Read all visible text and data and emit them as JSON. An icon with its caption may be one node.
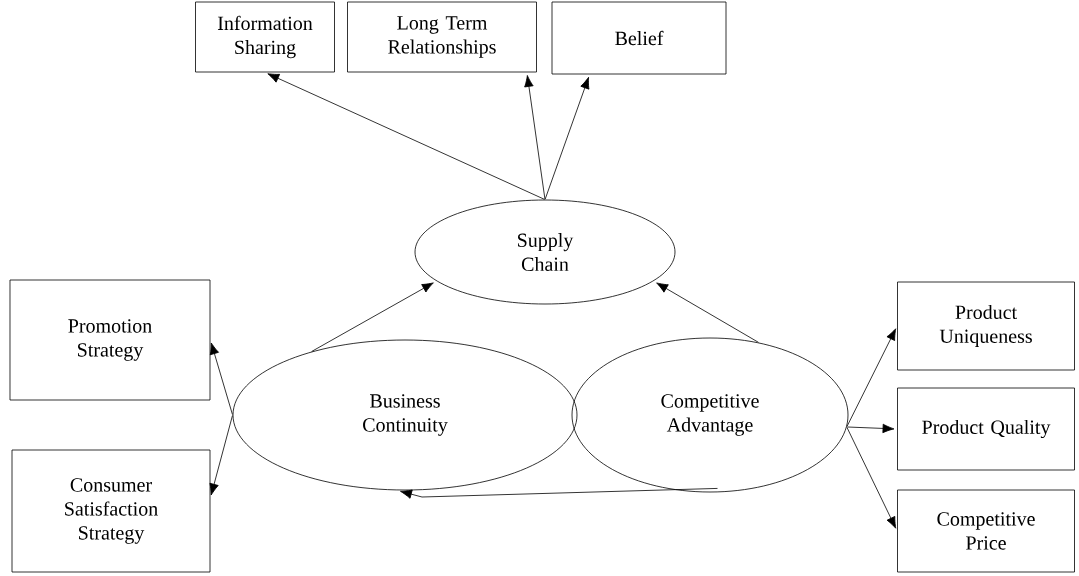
{
  "diagram": {
    "nodes": [
      {
        "text": [
          "Information Sharing"
        ]
      },
      {
        "text": [
          "Long Term Relationships"
        ]
      },
      {
        "text": [
          "Belief"
        ]
      },
      {
        "text": [
          "Supply Chain"
        ]
      },
      {
        "text": [
          "Promotion Strategy"
        ]
      },
      {
        "text": [
          "Business Continuity"
        ]
      },
      {
        "text": [
          "Competitive Advantage"
        ]
      },
      {
        "text": [
          "Consumer Satisfaction Strategy"
        ]
      },
      {
        "text": [
          "Product Uniqueness"
        ]
      },
      {
        "text": [
          "Product Quality"
        ]
      },
      {
        "text": [
          "Competitive Price"
        ]
      }
    ],
    "edges": [
      {
        "from": 3,
        "to": 0,
        "arrow": "to"
      },
      {
        "from": 3,
        "to": 1,
        "arrow": "to"
      },
      {
        "from": 3,
        "to": 2,
        "arrow": "to"
      },
      {
        "from": 5,
        "to": 3,
        "arrow": "to"
      },
      {
        "from": 6,
        "to": 3,
        "arrow": "to"
      },
      {
        "from": 5,
        "to": 4,
        "arrow": "to"
      },
      {
        "from": 5,
        "to": 7,
        "arrow": "to"
      },
      {
        "from": 6,
        "to": 8,
        "arrow": "to"
      },
      {
        "from": 6,
        "to": 9,
        "arrow": "to"
      },
      {
        "from": 6,
        "to": 10,
        "arrow": "to"
      },
      {
        "from": 6,
        "to": 5,
        "arrow": "to"
      }
    ]
  }
}
